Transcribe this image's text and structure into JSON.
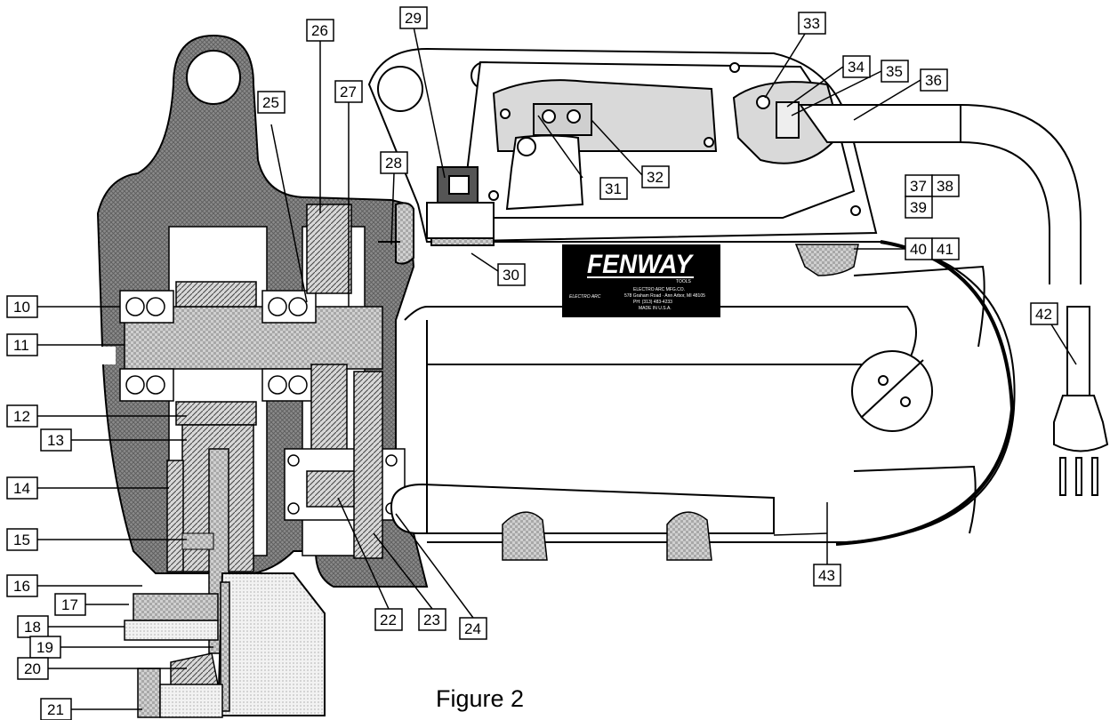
{
  "figure": {
    "caption": "Figure 2"
  },
  "logo": {
    "brand": "FENWAY",
    "sub": "TOOLS",
    "company": "ELECTRO ARC MFG.CO.",
    "address": "578 Graham Road · Ann Arbor, MI 48105",
    "phone": "PH: (313) 483-4233",
    "made": "MADE IN U.S.A.",
    "mark": "ELECTRO ARC"
  },
  "callouts": [
    {
      "id": "c10",
      "text": "10"
    },
    {
      "id": "c11",
      "text": "11"
    },
    {
      "id": "c12",
      "text": "12"
    },
    {
      "id": "c13",
      "text": "13"
    },
    {
      "id": "c14",
      "text": "14"
    },
    {
      "id": "c15",
      "text": "15"
    },
    {
      "id": "c16",
      "text": "16"
    },
    {
      "id": "c17",
      "text": "17"
    },
    {
      "id": "c18",
      "text": "18"
    },
    {
      "id": "c19",
      "text": "19"
    },
    {
      "id": "c20",
      "text": "20"
    },
    {
      "id": "c21",
      "text": "21"
    },
    {
      "id": "c22",
      "text": "22"
    },
    {
      "id": "c23",
      "text": "23"
    },
    {
      "id": "c24",
      "text": "24"
    },
    {
      "id": "c25",
      "text": "25"
    },
    {
      "id": "c26",
      "text": "26"
    },
    {
      "id": "c27",
      "text": "27"
    },
    {
      "id": "c28",
      "text": "28"
    },
    {
      "id": "c29",
      "text": "29"
    },
    {
      "id": "c30",
      "text": "30"
    },
    {
      "id": "c31",
      "text": "31"
    },
    {
      "id": "c32",
      "text": "32"
    },
    {
      "id": "c33",
      "text": "33"
    },
    {
      "id": "c34",
      "text": "34"
    },
    {
      "id": "c35",
      "text": "35"
    },
    {
      "id": "c36",
      "text": "36"
    },
    {
      "id": "c37",
      "text": "37"
    },
    {
      "id": "c38",
      "text": "38"
    },
    {
      "id": "c39",
      "text": "39"
    },
    {
      "id": "c40",
      "text": "40"
    },
    {
      "id": "c41",
      "text": "41"
    },
    {
      "id": "c42",
      "text": "42"
    },
    {
      "id": "c43",
      "text": "43"
    }
  ]
}
